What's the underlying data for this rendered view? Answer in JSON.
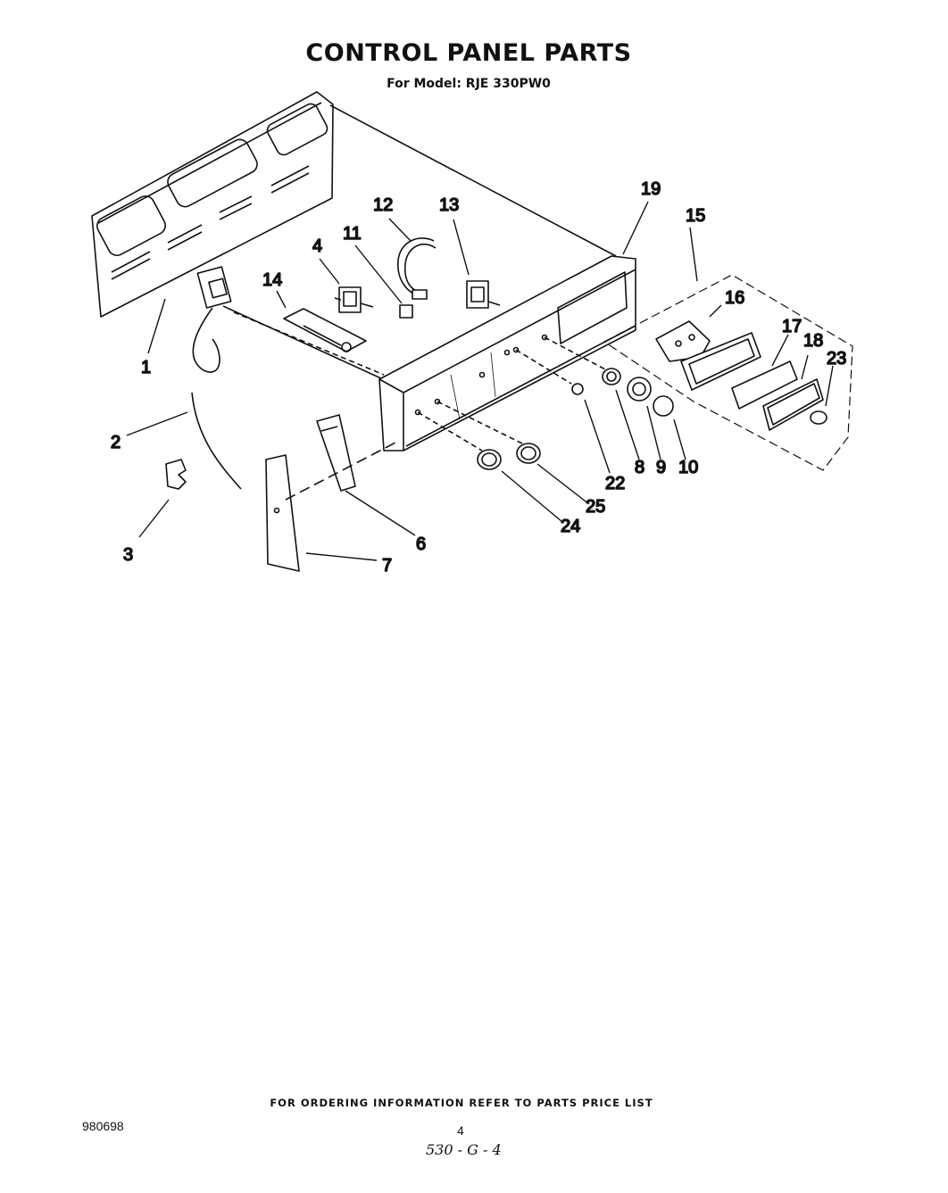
{
  "header": {
    "title": "CONTROL PANEL PARTS",
    "subtitle": "For Model: RJE 330PW0"
  },
  "callouts": [
    "1",
    "2",
    "3",
    "4",
    "6",
    "7",
    "8",
    "9",
    "10",
    "11",
    "12",
    "13",
    "14",
    "15",
    "16",
    "17",
    "18",
    "19",
    "22",
    "23",
    "24",
    "25"
  ],
  "footer": {
    "note": "FOR ORDERING INFORMATION REFER TO PARTS PRICE LIST",
    "doc_number": "980698",
    "page_number": "4",
    "handwritten_code": "530 - G - 4"
  }
}
